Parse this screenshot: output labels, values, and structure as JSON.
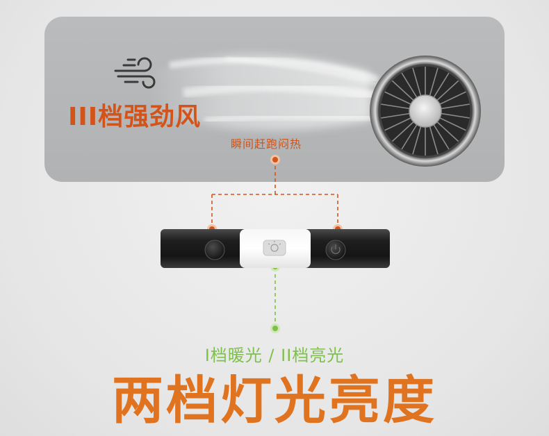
{
  "top_panel": {
    "title": "III档强劲风",
    "subtitle": "瞬间赶跑闷热",
    "icon": "wind-icon"
  },
  "device": {
    "left_button_icon": "fan-button-icon",
    "center_icon": "light-icon",
    "right_button_icon": "power-button-icon"
  },
  "light_modes": "I档暖光 / II档亮光",
  "headline": "两档灯光亮度",
  "colors": {
    "orange": "#d2541b",
    "headline_orange": "#e0731f",
    "green": "#7ec04a",
    "panel_grey": "#b4b6b7",
    "background": "#e9e9e9"
  }
}
